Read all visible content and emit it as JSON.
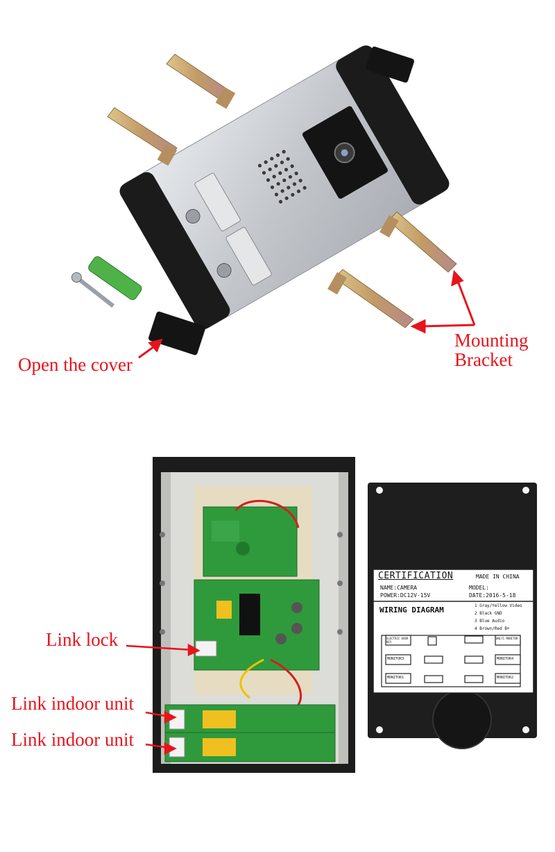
{
  "labels": {
    "open_cover": "Open the cover",
    "mounting_line1": "Mounting",
    "mounting_line2": "Bracket",
    "link_lock": "Link  lock",
    "link_indoor_1": "Link indoor unit",
    "link_indoor_2": "Link indoor unit"
  },
  "cert": {
    "title": "CERTIFICATION",
    "made_in": "MADE IN CHINA",
    "name": "NAME:CAMERA",
    "model": "MODEL:",
    "power": "POWER:DC12V-15V",
    "date": "DATE:2016-5-18",
    "wiring_title": "WIRING   DIAGRAM",
    "wire_1": "1 Gray/Yellow  Video",
    "wire_2": "2 Black        GND",
    "wire_3": "3 Blue         Audio",
    "wire_4": "4 Brown/Red    B+",
    "box_door": "ELECTRIC DOOR KEY",
    "box_only": "ONLY1 MONITOR",
    "box_m3": "MONITOR3",
    "box_m4": "MONITOR4",
    "box_m1": "MONITOR1",
    "box_m2": "MONITOR2"
  },
  "colors": {
    "label_red": "#e8141b",
    "panel_silver": "#c9ccd0",
    "pcb_green": "#2e9a3a",
    "bracket_tan": "#c9a46a"
  }
}
